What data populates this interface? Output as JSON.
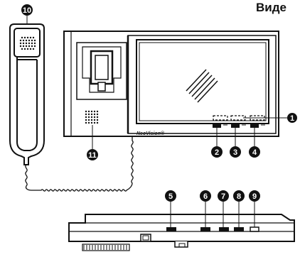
{
  "header": {
    "title": "Виде"
  },
  "monitor": {
    "brand": "NeoVision®"
  },
  "callouts": [
    {
      "id": "callout-1",
      "label": "1"
    },
    {
      "id": "callout-2",
      "label": "2"
    },
    {
      "id": "callout-3",
      "label": "3"
    },
    {
      "id": "callout-4",
      "label": "4"
    },
    {
      "id": "callout-5",
      "label": "5"
    },
    {
      "id": "callout-6",
      "label": "6"
    },
    {
      "id": "callout-7",
      "label": "7"
    },
    {
      "id": "callout-8",
      "label": "8"
    },
    {
      "id": "callout-9",
      "label": "9"
    },
    {
      "id": "callout-10",
      "label": "10"
    },
    {
      "id": "callout-11",
      "label": "11"
    }
  ]
}
